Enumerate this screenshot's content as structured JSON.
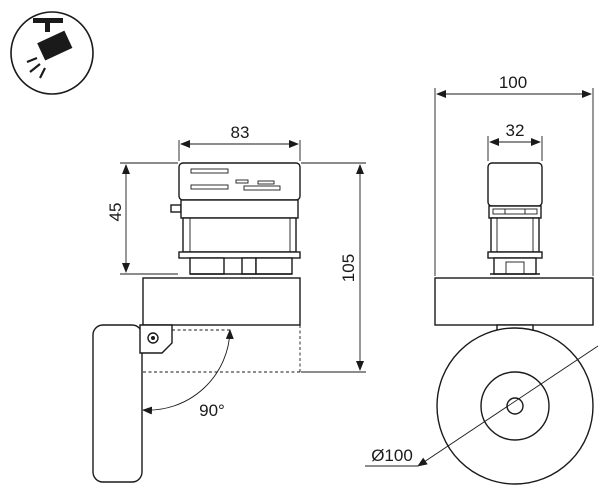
{
  "drawing": {
    "dimensions": {
      "side_width": "83",
      "side_height": "45",
      "total_height": "105",
      "angle": "90°",
      "front_width": "100",
      "adapter_width": "32",
      "diameter": "Ø100"
    },
    "icon": "track-spotlight-icon"
  }
}
